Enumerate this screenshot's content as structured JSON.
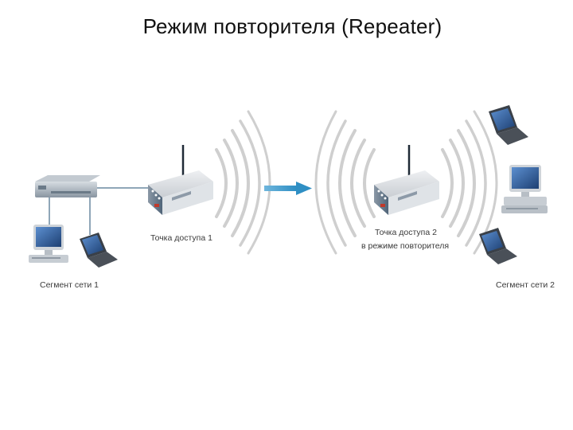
{
  "title": "Режим повторителя (Repeater)",
  "labels": {
    "access_point_1": "Точка доступа 1",
    "access_point_2": "Точка доступа 2",
    "access_point_2_mode": "в режиме повторителя",
    "segment_1": "Сегмент сети 1",
    "segment_2": "Сегмент сети 2"
  },
  "colors": {
    "arrow": "#2f8fc4",
    "wave": "#c8c8c8",
    "device_body": "#d4d8dc",
    "device_front": "#5a6f86",
    "screen": "#2e5f9c"
  },
  "icons": [
    "switch-icon",
    "desktop-computer-icon",
    "laptop-icon",
    "wireless-router-icon",
    "radio-waves-icon",
    "arrow-right-icon"
  ]
}
